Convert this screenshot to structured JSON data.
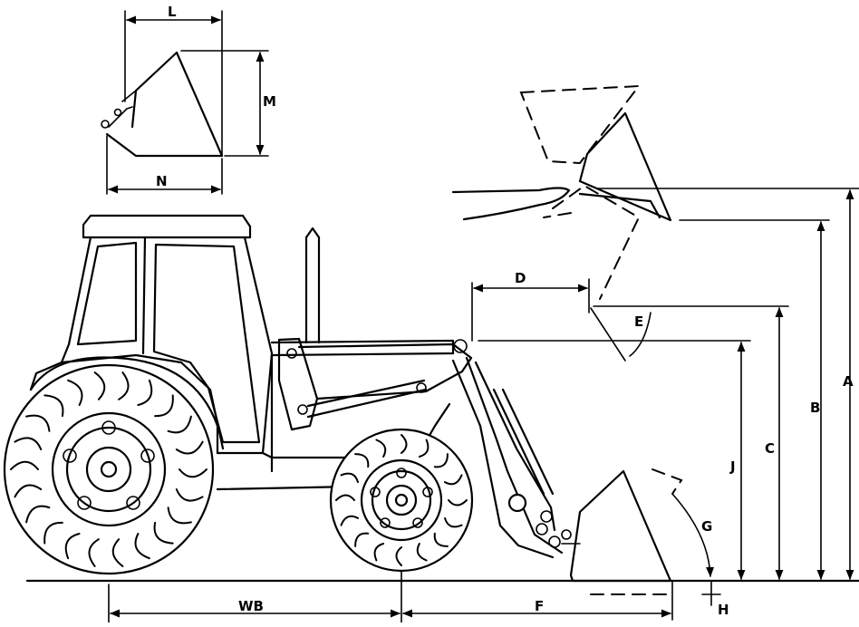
{
  "diagram": {
    "labels": {
      "A": "A",
      "B": "B",
      "C": "C",
      "D": "D",
      "E": "E",
      "F": "F",
      "G": "G",
      "H": "H",
      "J": "J",
      "L": "L",
      "M": "M",
      "N": "N",
      "WB": "WB"
    }
  }
}
